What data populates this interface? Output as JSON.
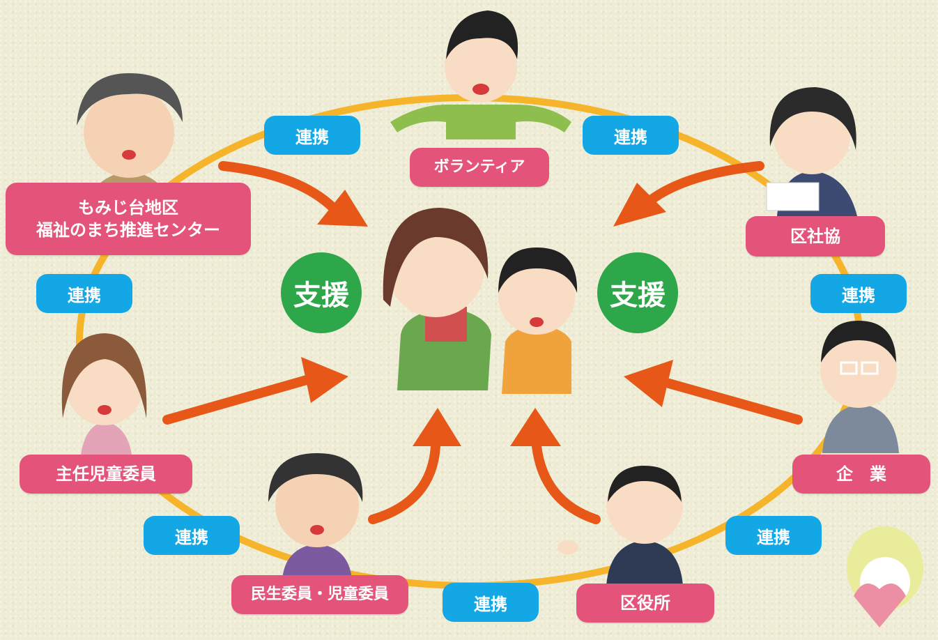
{
  "nodes": {
    "volunteer": "ボランティア",
    "momijidai": "もみじ台地区\n福祉のまち推進センター",
    "kushakyo": "区社協",
    "shunin_jido_iin": "主任児童委員",
    "kigyo": "企　業",
    "minsei_iin": "民生委員・児童委員",
    "kuyakusho": "区役所"
  },
  "links": {
    "top_left": "連携",
    "top_right": "連携",
    "left": "連携",
    "right": "連携",
    "bottom_left": "連携",
    "bottom_center": "連携",
    "bottom_right": "連携"
  },
  "support": {
    "left": "支援",
    "right": "支援"
  },
  "colors": {
    "ring": "#f5b42a",
    "arrow": "#e65718",
    "node_label": "#e4547a",
    "link_label": "#14a7e6",
    "support_badge": "#2ea64a"
  }
}
